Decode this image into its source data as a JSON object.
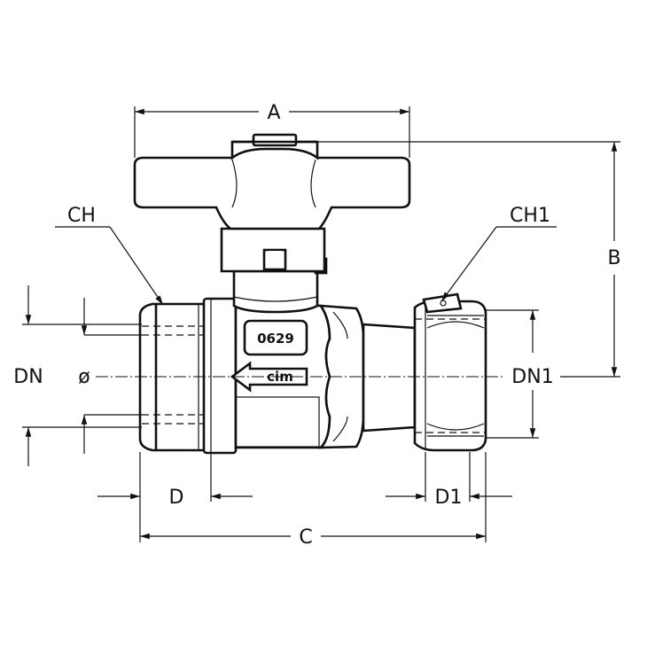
{
  "dimensions": {
    "A": "A",
    "B": "B",
    "C": "C",
    "D": "D",
    "D1": "D1",
    "CH": "CH",
    "CH1": "CH1",
    "DN": "DN",
    "DN1": "DN1",
    "diameter": "ø"
  },
  "markings": {
    "size_code": "0629",
    "brand": "cim"
  }
}
